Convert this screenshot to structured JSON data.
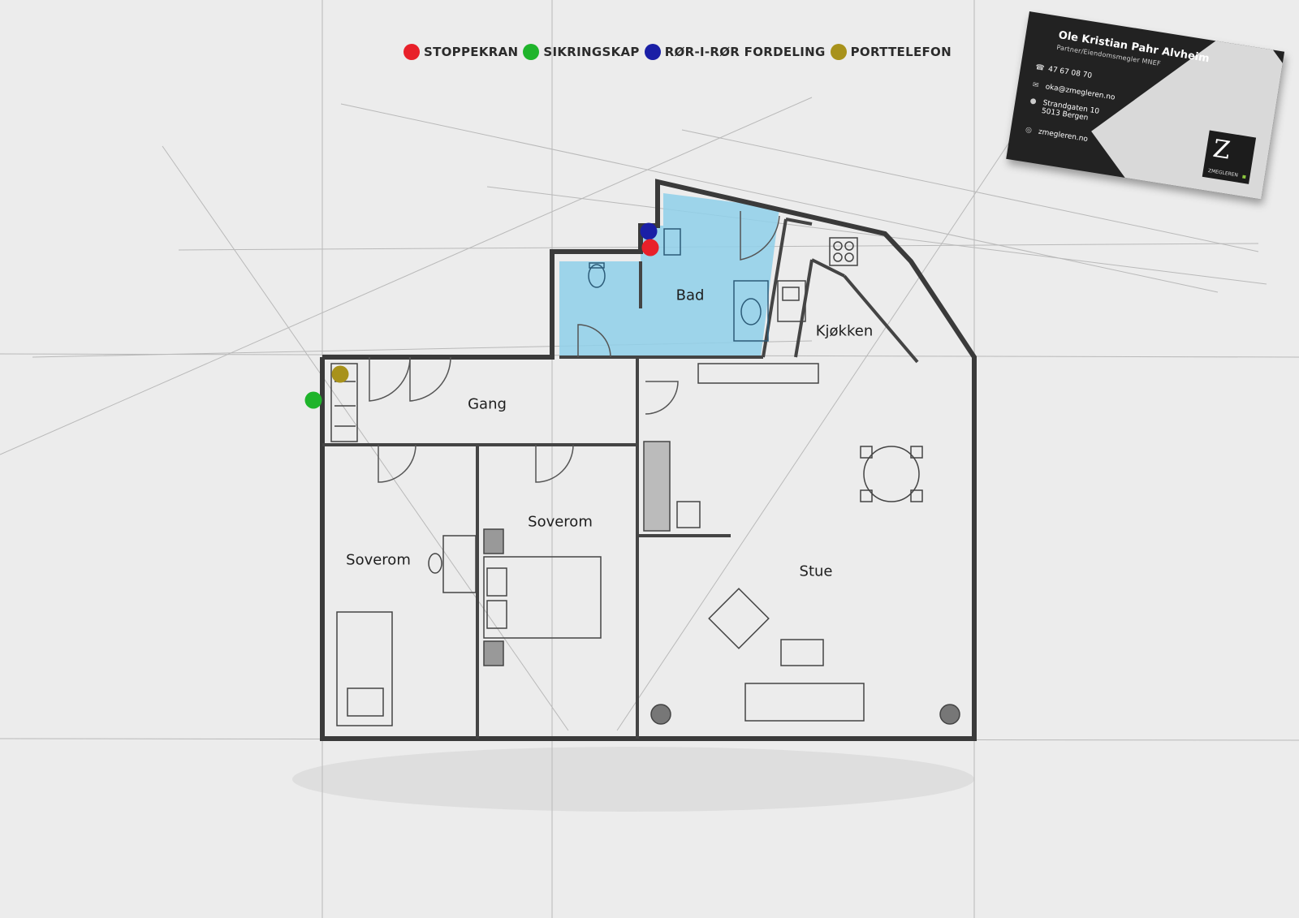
{
  "legend": [
    {
      "label": "STOPPEKRAN",
      "color": "#e8202a"
    },
    {
      "label": "SIKRINGSKAP",
      "color": "#1fb42b"
    },
    {
      "label": "RØR-I-RØR FORDELING",
      "color": "#1a1fa6"
    },
    {
      "label": "PORTTELEFON",
      "color": "#a8921b"
    }
  ],
  "rooms": {
    "bad": "Bad",
    "kjokken": "Kjøkken",
    "gang": "Gang",
    "soverom_left": "Soverom",
    "soverom_mid": "Soverom",
    "stue": "Stue"
  },
  "colors": {
    "bathroom_fill": "#8fd0ea",
    "wall": "#3a3a3a",
    "background": "#ececec"
  },
  "business_card": {
    "name": "Ole Kristian Pahr Alvheim",
    "title": "Partner/Eiendomsmegler MNEF",
    "phone": "47 67 08 70",
    "email": "oka@zmegleren.no",
    "address_line1": "Strandgaten 10",
    "address_line2": "5013 Bergen",
    "website": "zmegleren.no",
    "logo_text": "ZMEGLEREN",
    "accent_color": "#8cc63f"
  }
}
